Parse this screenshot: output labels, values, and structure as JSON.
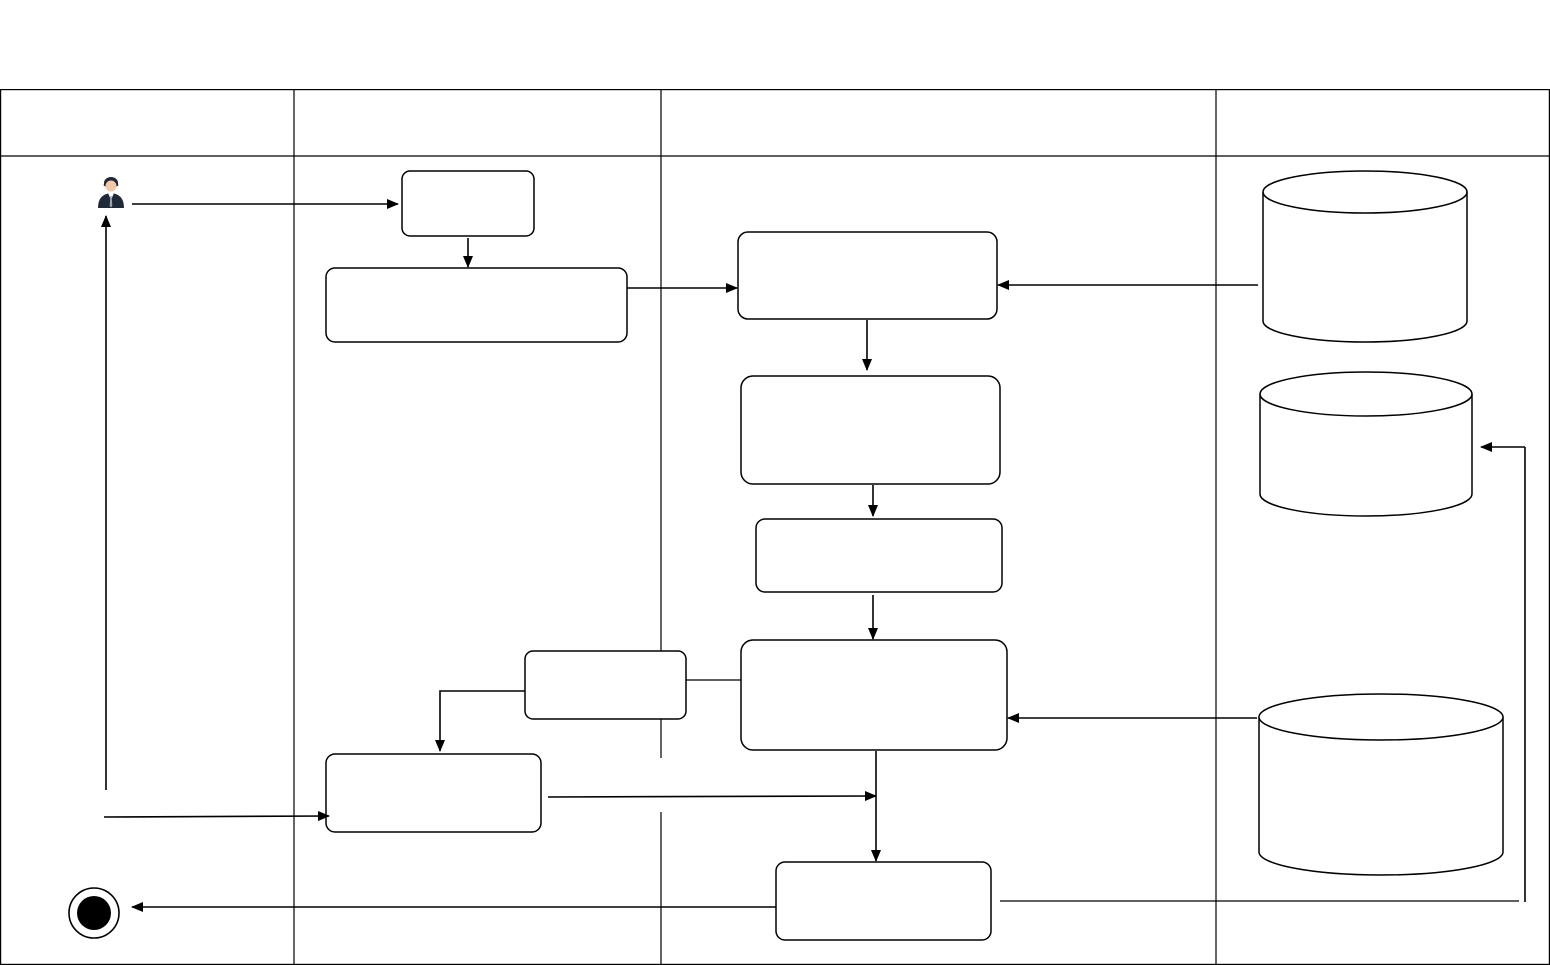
{
  "diagram": {
    "type": "swimlane-activity-diagram",
    "lanes": [
      {
        "id": "lane-1",
        "label": ""
      },
      {
        "id": "lane-2",
        "label": ""
      },
      {
        "id": "lane-3",
        "label": ""
      },
      {
        "id": "lane-4",
        "label": ""
      }
    ],
    "nodes": {
      "start_actor": {
        "kind": "actor",
        "icon": "person-icon"
      },
      "box_a": {
        "kind": "process",
        "label": ""
      },
      "box_b": {
        "kind": "process",
        "label": ""
      },
      "box_c": {
        "kind": "process",
        "label": ""
      },
      "box_d": {
        "kind": "process",
        "label": ""
      },
      "box_e": {
        "kind": "process",
        "label": ""
      },
      "box_f": {
        "kind": "process",
        "label": ""
      },
      "box_g": {
        "kind": "process",
        "label": ""
      },
      "box_h": {
        "kind": "process",
        "label": ""
      },
      "box_i": {
        "kind": "process",
        "label": ""
      },
      "db_1": {
        "kind": "datastore",
        "label": ""
      },
      "db_2": {
        "kind": "datastore",
        "label": ""
      },
      "db_3": {
        "kind": "datastore",
        "label": ""
      },
      "end_node": {
        "kind": "final-state",
        "icon": "end-state-icon"
      }
    },
    "colors": {
      "stroke": "#000000",
      "fill": "#ffffff",
      "actor_dark": "#1f2937",
      "actor_skin": "#f2c9a8"
    }
  }
}
